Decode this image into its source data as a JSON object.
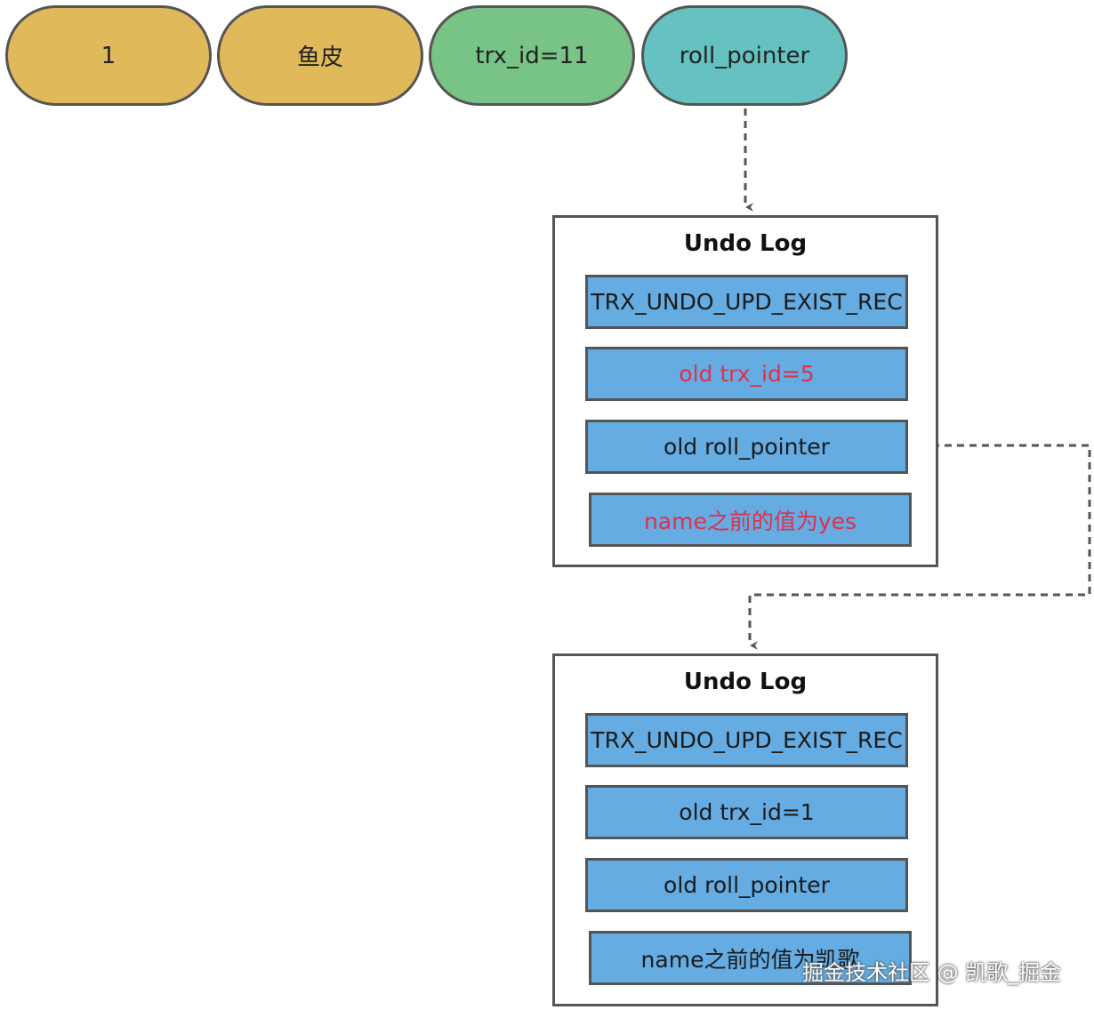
{
  "row": {
    "cells": [
      {
        "label": "1",
        "color": "#e0b95a"
      },
      {
        "label": "鱼皮",
        "color": "#e0b95a"
      },
      {
        "label": "trx_id=11",
        "color": "#77c486"
      },
      {
        "label": "roll_pointer",
        "color": "#66c2c0"
      }
    ]
  },
  "undo_logs": [
    {
      "title": "Undo Log",
      "fields": [
        {
          "text": "TRX_UNDO_UPD_EXIST_REC"
        },
        {
          "text": "old trx_id=5",
          "color": "#e0304a"
        },
        {
          "text": "old roll_pointer"
        },
        {
          "text": "name之前的值为yes",
          "color": "#e0304a"
        }
      ]
    },
    {
      "title": "Undo Log",
      "fields": [
        {
          "text": "TRX_UNDO_UPD_EXIST_REC"
        },
        {
          "text": "old trx_id=1"
        },
        {
          "text": "old roll_pointer"
        },
        {
          "text": "name之前的值为凯歌"
        }
      ]
    }
  ],
  "watermark": "掘金技术社区 @ 凯歌_掘金",
  "colors": {
    "field_fill": "#64ace2",
    "border": "#555555",
    "connector": "#555555"
  }
}
